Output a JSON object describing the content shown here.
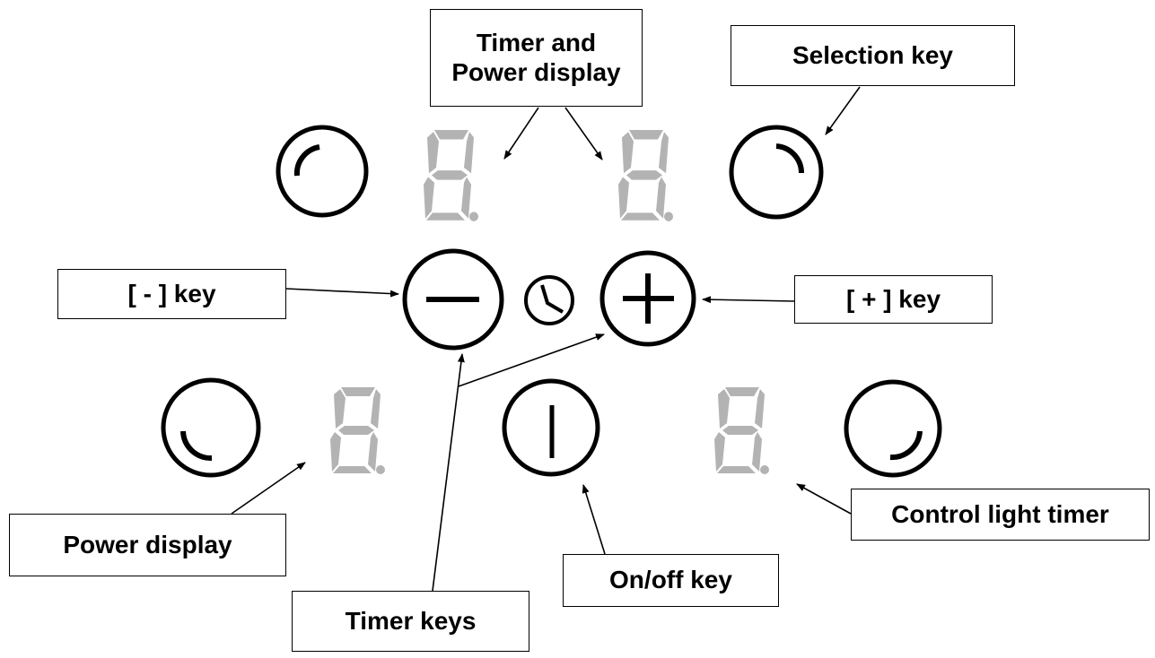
{
  "labels": {
    "timer_power_display_line1": "Timer and",
    "timer_power_display_line2": "Power display",
    "selection_key": "Selection key",
    "minus_key": "[ - ] key",
    "plus_key": "[ + ] key",
    "power_display": "Power display",
    "control_light_timer": "Control light timer",
    "on_off_key": "On/off key",
    "timer_keys": "Timer keys"
  },
  "icons": {
    "selection_keys": "selection-arc-icon",
    "minus": "minus-icon",
    "plus": "plus-icon",
    "timer": "clock-icon",
    "power": "on-off-icon",
    "display_digit": "seven-segment-digit-icon"
  },
  "colors": {
    "segment": "#b3b3b3",
    "line": "#000000",
    "background": "#ffffff"
  }
}
